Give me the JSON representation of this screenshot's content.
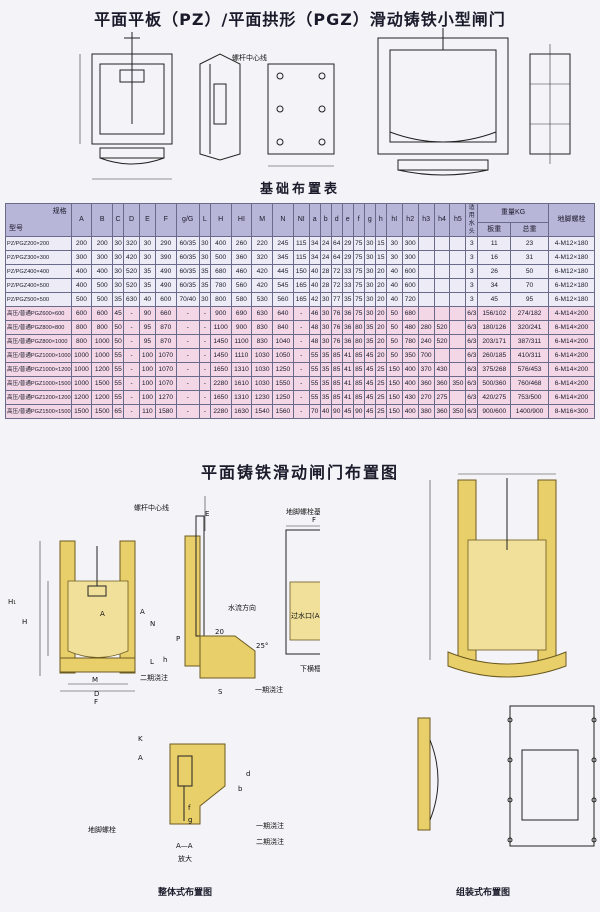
{
  "title_main": "平面平板（PZ）/平面拱形（PGZ）滑动铸铁小型闸门",
  "title_table": "基础布置表",
  "title_layout": "平面铸铁滑动闸门布置图",
  "table": {
    "corner_top": "规格",
    "corner_bottom": "型号",
    "columns": [
      "A",
      "B",
      "C",
      "D",
      "E",
      "F",
      "g/G",
      "L",
      "H",
      "HI",
      "M",
      "N",
      "NI",
      "a",
      "b",
      "d",
      "e",
      "f",
      "g",
      "h",
      "hI",
      "h2",
      "h3",
      "h4",
      "h5"
    ],
    "applicable_head": "适用水头",
    "weight_group": "重量KG",
    "weight_sub": [
      "板重",
      "总重"
    ],
    "bolt_head": "地脚螺栓",
    "rows": [
      {
        "model": "PZ/PGZ200×200",
        "cells": [
          "200",
          "200",
          "30",
          "320",
          "30",
          "290",
          "60/35",
          "30",
          "400",
          "260",
          "220",
          "245",
          "115",
          "34",
          "24",
          "64",
          "29",
          "75",
          "30",
          "15",
          "30",
          "300",
          "",
          "",
          "",
          ""
        ],
        "head": "3",
        "plate": "11",
        "total": "23",
        "bolt": "4-M12×180"
      },
      {
        "model": "PZ/PGZ300×300",
        "cells": [
          "300",
          "300",
          "30",
          "420",
          "30",
          "390",
          "60/35",
          "30",
          "500",
          "360",
          "320",
          "345",
          "115",
          "34",
          "24",
          "64",
          "29",
          "75",
          "30",
          "15",
          "30",
          "300",
          "",
          "",
          "",
          ""
        ],
        "head": "3",
        "plate": "16",
        "total": "31",
        "bolt": "4-M12×180"
      },
      {
        "model": "PZ/PGZ400×400",
        "cells": [
          "400",
          "400",
          "30",
          "520",
          "35",
          "490",
          "60/35",
          "35",
          "680",
          "460",
          "420",
          "445",
          "150",
          "40",
          "28",
          "72",
          "33",
          "75",
          "30",
          "20",
          "40",
          "600",
          "",
          "",
          "",
          ""
        ],
        "head": "3",
        "plate": "26",
        "total": "50",
        "bolt": "6-M12×180"
      },
      {
        "model": "PZ/PGZ400×500",
        "cells": [
          "400",
          "500",
          "30",
          "520",
          "35",
          "490",
          "60/35",
          "35",
          "780",
          "560",
          "420",
          "545",
          "165",
          "40",
          "28",
          "72",
          "33",
          "75",
          "30",
          "20",
          "40",
          "600",
          "",
          "",
          "",
          ""
        ],
        "head": "3",
        "plate": "34",
        "total": "70",
        "bolt": "6-M12×180"
      },
      {
        "model": "PZ/PGZ500×500",
        "cells": [
          "500",
          "500",
          "35",
          "630",
          "40",
          "600",
          "70/40",
          "30",
          "800",
          "580",
          "530",
          "560",
          "165",
          "42",
          "30",
          "77",
          "35",
          "75",
          "30",
          "20",
          "40",
          "720",
          "",
          "",
          "",
          ""
        ],
        "head": "3",
        "plate": "45",
        "total": "95",
        "bolt": "6-M12×180"
      },
      {
        "model": "高压/普通PGZ600×600",
        "cells": [
          "600",
          "600",
          "45",
          "-",
          "90",
          "660",
          "-",
          "-",
          "900",
          "690",
          "630",
          "640",
          "-",
          "46",
          "30",
          "76",
          "36",
          "75",
          "30",
          "20",
          "50",
          "680",
          "",
          "",
          "",
          ""
        ],
        "head": "6/3",
        "plate": "156/102",
        "total": "274/182",
        "bolt": "4-M14×200"
      },
      {
        "model": "高压/普通PGZ800×800",
        "cells": [
          "800",
          "800",
          "50",
          "-",
          "95",
          "870",
          "-",
          "-",
          "1100",
          "900",
          "830",
          "840",
          "-",
          "48",
          "30",
          "76",
          "36",
          "80",
          "35",
          "20",
          "50",
          "480",
          "280",
          "520",
          "",
          ""
        ],
        "head": "6/3",
        "plate": "180/126",
        "total": "320/241",
        "bolt": "6-M14×200"
      },
      {
        "model": "高压/普通PGZ800×1000",
        "cells": [
          "800",
          "1000",
          "50",
          "-",
          "95",
          "870",
          "-",
          "-",
          "1450",
          "1100",
          "830",
          "1040",
          "-",
          "48",
          "30",
          "76",
          "36",
          "80",
          "35",
          "20",
          "50",
          "780",
          "240",
          "520",
          "",
          ""
        ],
        "head": "6/3",
        "plate": "203/171",
        "total": "387/311",
        "bolt": "6-M14×200"
      },
      {
        "model": "高压/普通PGZ1000×1000",
        "cells": [
          "1000",
          "1000",
          "55",
          "-",
          "100",
          "1070",
          "-",
          "-",
          "1450",
          "1110",
          "1030",
          "1050",
          "-",
          "55",
          "35",
          "85",
          "41",
          "85",
          "45",
          "20",
          "50",
          "350",
          "700",
          "",
          ""
        ],
        "head": "6/3",
        "plate": "260/185",
        "total": "410/311",
        "bolt": "6-M14×200"
      },
      {
        "model": "高压/普通PGZ1000×1200",
        "cells": [
          "1000",
          "1200",
          "55",
          "-",
          "100",
          "1070",
          "-",
          "-",
          "1650",
          "1310",
          "1030",
          "1250",
          "-",
          "55",
          "35",
          "85",
          "41",
          "85",
          "45",
          "25",
          "150",
          "400",
          "370",
          "430",
          "",
          ""
        ],
        "head": "6/3",
        "plate": "375/268",
        "total": "576/453",
        "bolt": "6-M14×200"
      },
      {
        "model": "高压/普通PGZ1000×1500",
        "cells": [
          "1000",
          "1500",
          "55",
          "-",
          "100",
          "1070",
          "-",
          "-",
          "2280",
          "1610",
          "1030",
          "1550",
          "-",
          "55",
          "35",
          "85",
          "41",
          "85",
          "45",
          "25",
          "150",
          "400",
          "360",
          "360",
          "350",
          ""
        ],
        "head": "6/3",
        "plate": "500/360",
        "total": "760/468",
        "bolt": "6-M14×200"
      },
      {
        "model": "高压/普通PGZ1200×1200",
        "cells": [
          "1200",
          "1200",
          "55",
          "-",
          "100",
          "1270",
          "-",
          "-",
          "1650",
          "1310",
          "1230",
          "1250",
          "-",
          "55",
          "35",
          "85",
          "41",
          "85",
          "45",
          "25",
          "150",
          "430",
          "270",
          "275",
          "",
          ""
        ],
        "head": "6/3",
        "plate": "420/275",
        "total": "753/500",
        "bolt": "6-M14×200"
      },
      {
        "model": "高压/普通PGZ1500×1500",
        "cells": [
          "1500",
          "1500",
          "65",
          "-",
          "110",
          "1580",
          "-",
          "-",
          "2280",
          "1630",
          "1540",
          "1560",
          "-",
          "70",
          "40",
          "90",
          "45",
          "90",
          "45",
          "25",
          "150",
          "400",
          "380",
          "360",
          "350",
          ""
        ],
        "head": "6/3",
        "plate": "900/600",
        "total": "1400/900",
        "bolt": "8-M16×300"
      }
    ]
  },
  "labels": {
    "screw_center": "螺杆中心线",
    "screw_center_small": "螺杆中心线",
    "flow_dir": "水流方向",
    "second_pour": "二期浇注",
    "first_pour": "一期浇注",
    "bottom_line": "下横框底面线",
    "bolt_base": "地脚螺栓基础图",
    "opening": "过水口(AXB)",
    "anchor_bolt": "地脚螺栓",
    "first_pour2": "一期浇注",
    "second_pour2": "二期浇注",
    "section": "A—A",
    "enlarge": "放大",
    "angle": "25°",
    "twenty": "20",
    "integral": "整体式布置图",
    "assembled": "组装式布置图"
  },
  "colors": {
    "yellow": "#e8cf6a",
    "header": "#b7b5d8",
    "pink": "#f3d7e6",
    "lavender": "#ecebf6"
  }
}
